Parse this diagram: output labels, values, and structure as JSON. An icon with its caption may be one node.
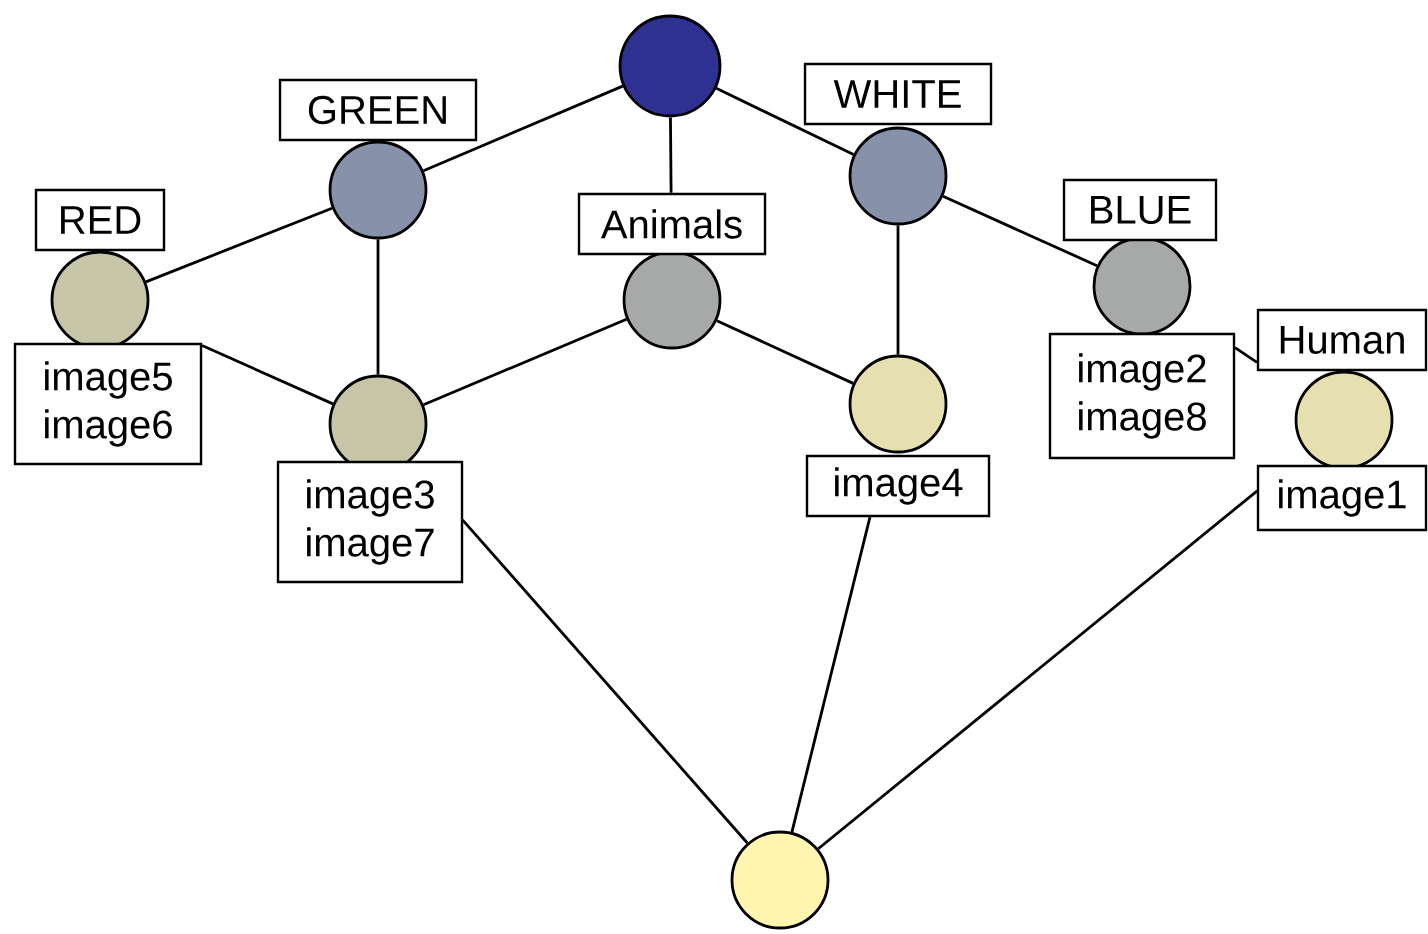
{
  "diagram": {
    "nodes": [
      {
        "text": [],
        "shape": "circle"
      },
      {
        "text": [
          "GREEN"
        ]
      },
      {
        "text": [
          "WHITE"
        ]
      },
      {
        "text": [
          "RED",
          "image5 image6"
        ]
      },
      {
        "text": [
          "Animals"
        ]
      },
      {
        "text": [
          "BLUE",
          "image2 image8"
        ]
      },
      {
        "text": [
          "image3 image7"
        ]
      },
      {
        "text": [
          "image4"
        ]
      },
      {
        "text": [
          "Human",
          "image1"
        ]
      },
      {
        "text": [],
        "shape": "circle"
      }
    ],
    "edges": [
      {
        "from": 0,
        "to": 1,
        "arrow": "none"
      },
      {
        "from": 0,
        "to": 4,
        "arrow": "none"
      },
      {
        "from": 0,
        "to": 2,
        "arrow": "none"
      },
      {
        "from": 1,
        "to": 3,
        "arrow": "none"
      },
      {
        "from": 1,
        "to": 6,
        "arrow": "none"
      },
      {
        "from": 4,
        "to": 6,
        "arrow": "none"
      },
      {
        "from": 4,
        "to": 7,
        "arrow": "none"
      },
      {
        "from": 2,
        "to": 7,
        "arrow": "none"
      },
      {
        "from": 2,
        "to": 5,
        "arrow": "none"
      },
      {
        "from": 5,
        "to": 8,
        "arrow": "none"
      },
      {
        "from": 3,
        "to": 6,
        "arrow": "none"
      },
      {
        "from": 6,
        "to": 9,
        "arrow": "none"
      },
      {
        "from": 7,
        "to": 9,
        "arrow": "none"
      },
      {
        "from": 8,
        "to": 9,
        "arrow": "none"
      }
    ]
  }
}
